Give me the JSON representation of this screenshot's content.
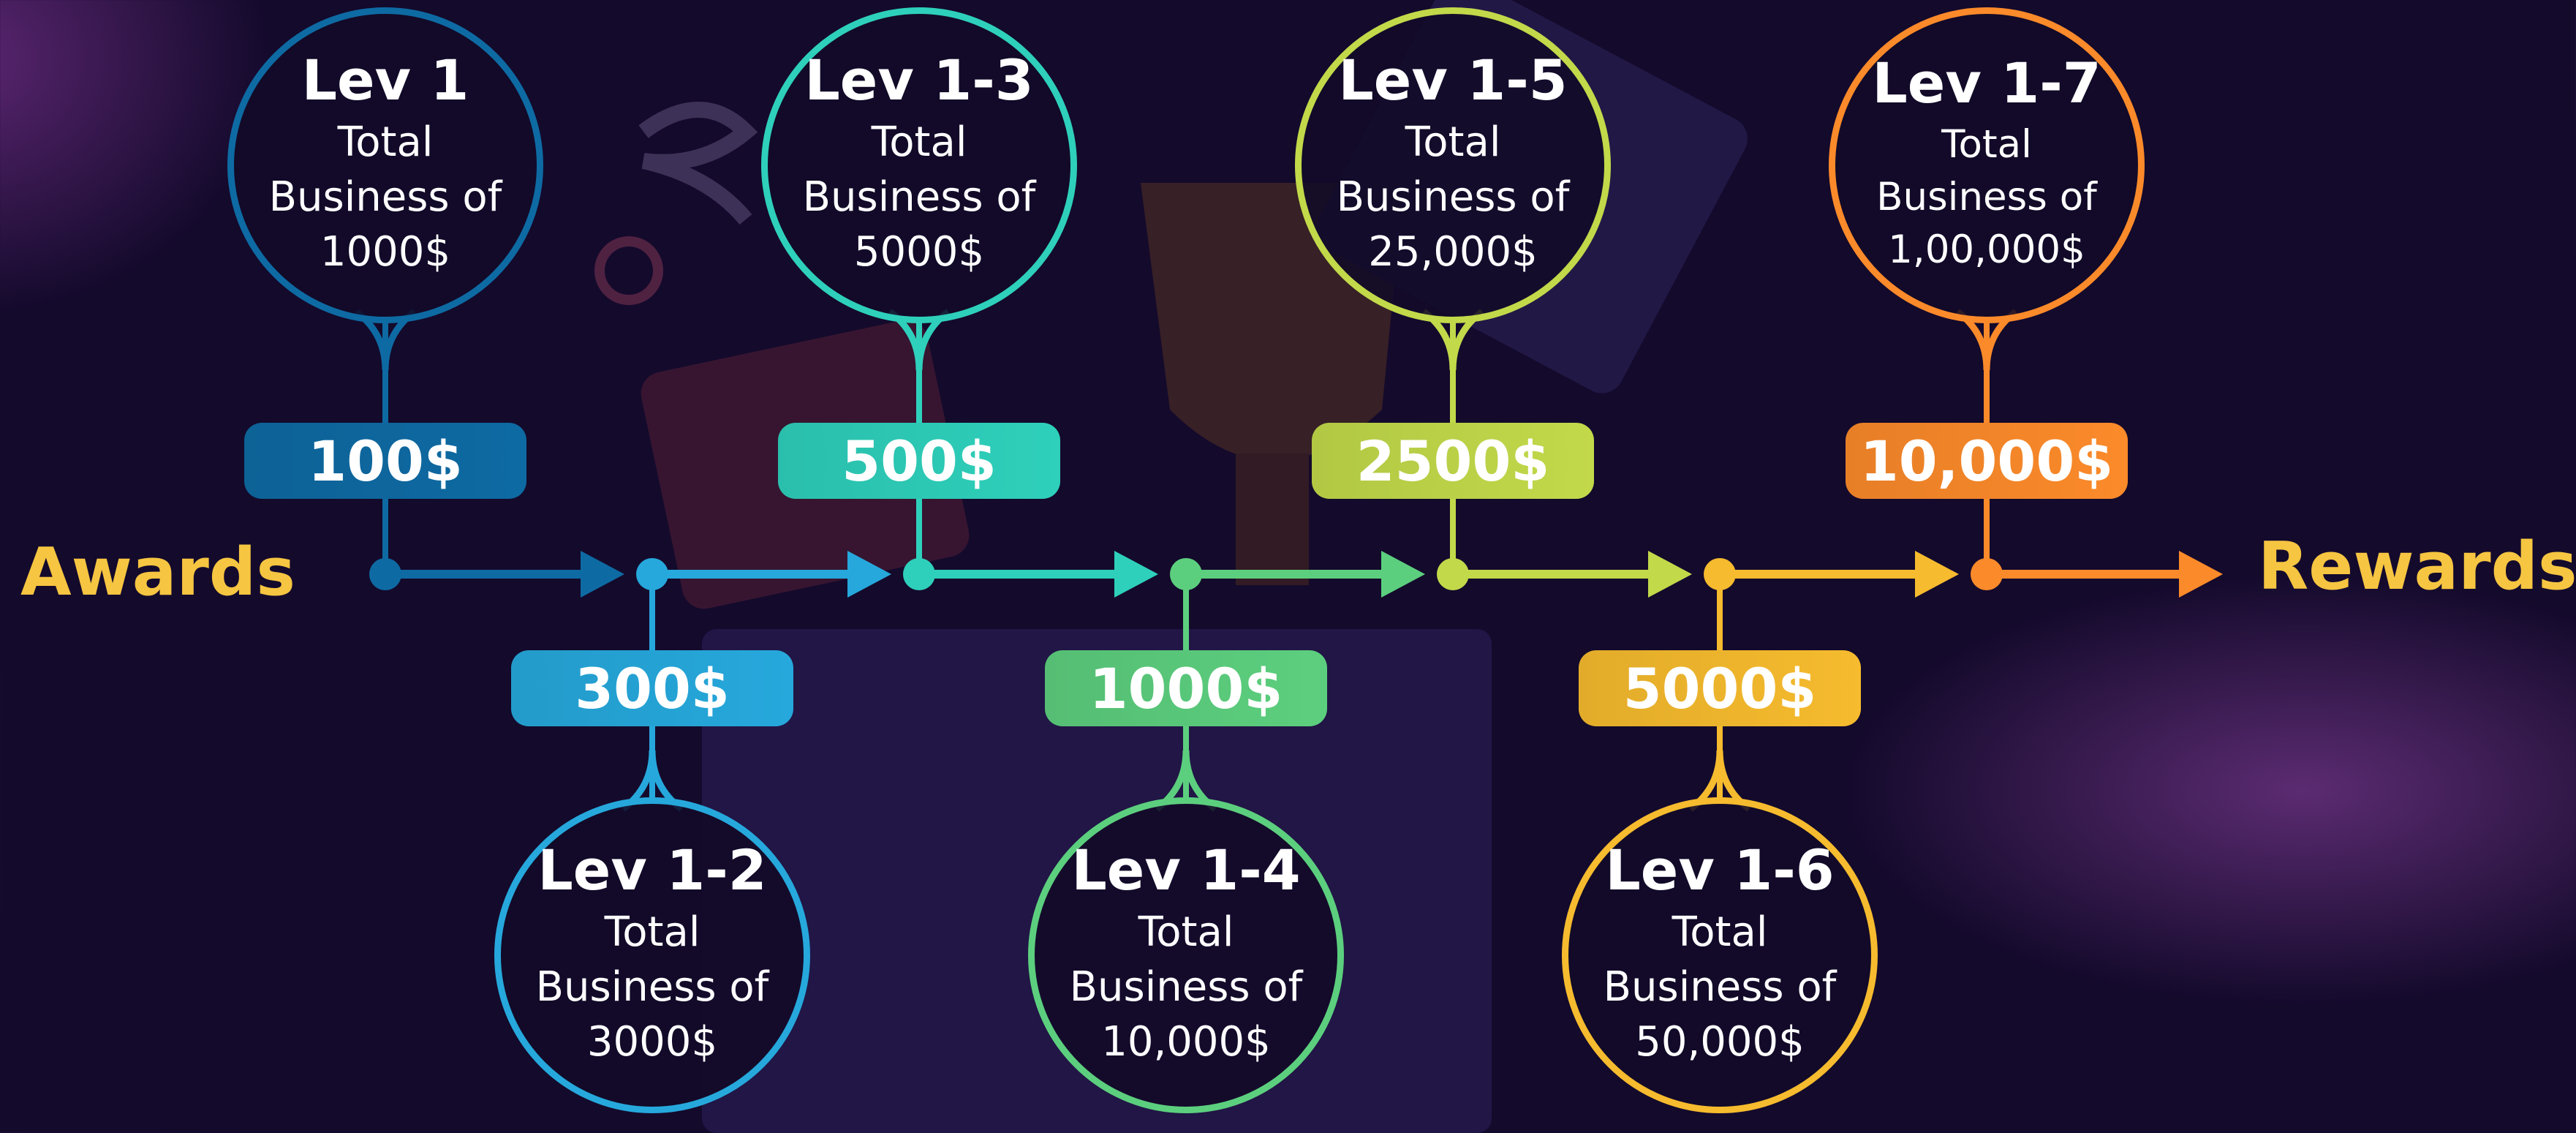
{
  "left_label": "Awards",
  "right_label": "Rewards",
  "colors": {
    "background": "#140a2c",
    "label": "#f6c541"
  },
  "milestones": [
    {
      "level": "Lev 1",
      "description": "Total Business of 1000$",
      "award": "100$",
      "color": "#0e6aa3",
      "position": "top"
    },
    {
      "level": "Lev 1-2",
      "description": "Total Business of 3000$",
      "award": "300$",
      "color": "#26a8dc",
      "position": "bottom"
    },
    {
      "level": "Lev 1-3",
      "description": "Total Business of 5000$",
      "award": "500$",
      "color": "#2ed0bb",
      "position": "top"
    },
    {
      "level": "Lev 1-4",
      "description": "Total Business of 10,000$",
      "award": "1000$",
      "color": "#5ccf7e",
      "position": "bottom"
    },
    {
      "level": "Lev 1-5",
      "description": "Total Business of 25,000$",
      "award": "2500$",
      "color": "#c2d94a",
      "position": "top"
    },
    {
      "level": "Lev 1-6",
      "description": "Total Business of 50,000$",
      "award": "5000$",
      "color": "#f6bb2e",
      "position": "bottom"
    },
    {
      "level": "Lev 1-7",
      "description": "Total Business of 1,00,000$",
      "award": "10,000$",
      "color": "#fb8a2a",
      "position": "top"
    }
  ]
}
